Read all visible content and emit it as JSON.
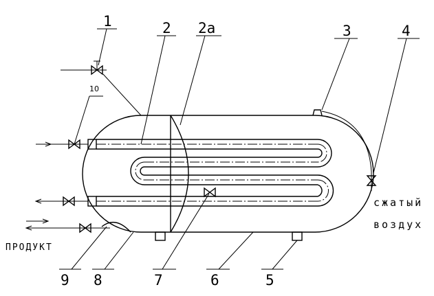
{
  "diagram": {
    "callouts": {
      "c1": "1",
      "c2": "2",
      "c2a": "2а",
      "c3": "3",
      "c4": "4",
      "c5": "5",
      "c6": "6",
      "c7": "7",
      "c8": "8",
      "c9": "9",
      "c10": "10"
    },
    "labels": {
      "compressed_air_line1": "сжатый",
      "compressed_air_line2": "воздух",
      "product": "ПРОДУКТ"
    },
    "stroke_color": "#000000",
    "background_color": "#ffffff"
  }
}
